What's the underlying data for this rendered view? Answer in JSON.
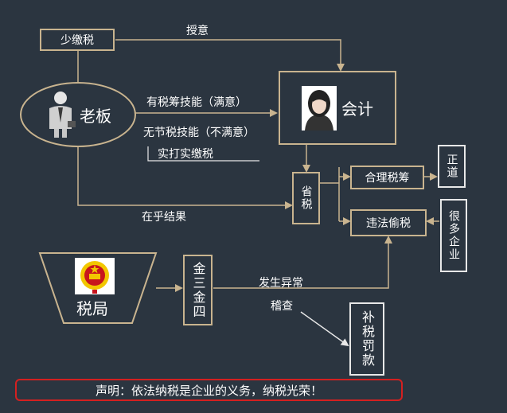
{
  "nodes": {
    "underpay": "少缴税",
    "boss": "老板",
    "accountant": "会计",
    "save_tax": "省税",
    "reasonable_planning": "合理税筹",
    "illegal_evasion": "违法偷税",
    "legit": "正道",
    "many_companies": "很多企业",
    "tax_bureau": "税局",
    "golden_tax": "金三金四",
    "back_tax_penalty": "补税罚款"
  },
  "labels": {
    "authorize": "授意",
    "has_skill": "有税筹技能（满意）",
    "no_skill": "无节税技能（不满意）",
    "pay_actual": "实打实缴税",
    "care_result": "在乎结果",
    "anomaly": "发生异常",
    "audit": "稽查"
  },
  "footer": {
    "statement": "声明：依法纳税是企业的义务，纳税光荣！"
  },
  "icons": [
    "businessman-icon",
    "woman-avatar-icon",
    "national-emblem-icon"
  ],
  "colors": {
    "background": "#2b3540",
    "box_border": "#c9b48f",
    "side_box_border": "#e8e8e8",
    "footer_border": "#d42020",
    "emblem_red": "#c8161d",
    "emblem_gold": "#f2c700"
  }
}
